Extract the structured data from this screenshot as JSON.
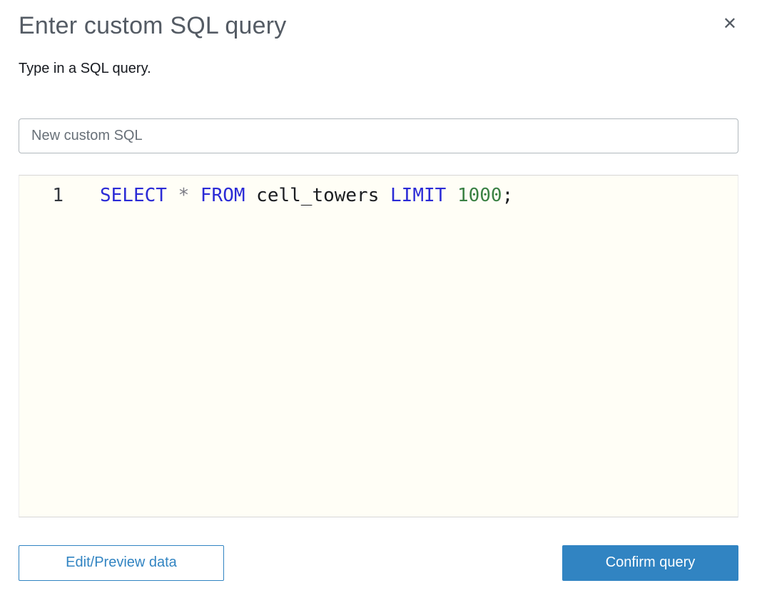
{
  "dialog": {
    "title": "Enter custom SQL query",
    "subtitle": "Type in a SQL query.",
    "close_glyph": "✕"
  },
  "name_input": {
    "value": "New custom SQL"
  },
  "editor": {
    "line_number": "1",
    "code_text": "SELECT * FROM cell_towers LIMIT 1000;",
    "tokens": [
      {
        "text": "SELECT",
        "type": "keyword"
      },
      {
        "text": " ",
        "type": "plain"
      },
      {
        "text": "*",
        "type": "operator"
      },
      {
        "text": " ",
        "type": "plain"
      },
      {
        "text": "FROM",
        "type": "keyword"
      },
      {
        "text": " ",
        "type": "plain"
      },
      {
        "text": "cell_towers",
        "type": "plain"
      },
      {
        "text": " ",
        "type": "plain"
      },
      {
        "text": "LIMIT",
        "type": "keyword"
      },
      {
        "text": " ",
        "type": "plain"
      },
      {
        "text": "1000",
        "type": "number"
      },
      {
        "text": ";",
        "type": "plain"
      }
    ]
  },
  "buttons": {
    "edit_preview_label": "Edit/Preview data",
    "confirm_label": "Confirm query"
  },
  "colors": {
    "accent_blue": "#3184c2",
    "sql_keyword": "#2b2bd6",
    "sql_operator": "#7b7b85",
    "sql_number": "#3a8144",
    "editor_background": "#fffef6"
  }
}
